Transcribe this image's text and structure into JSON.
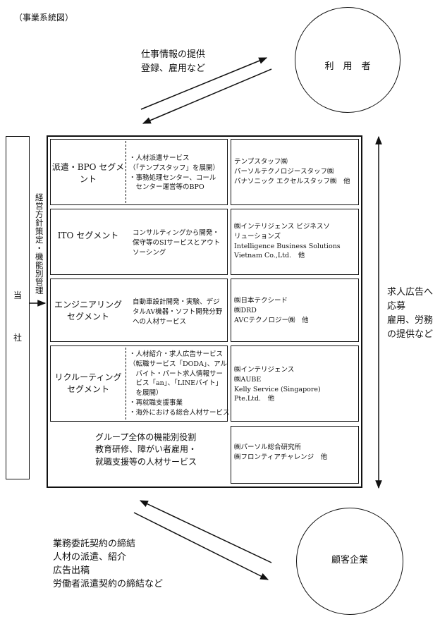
{
  "header_label": "（事業系統図）",
  "users_label": "利　用　者",
  "clients_label": "顧客企業",
  "company_label": [
    "当",
    "社"
  ],
  "top_flow_text": "仕事情報の提供\n登録、雇用など",
  "bottom_flow_text": "業務委託契約の締結\n人材の派遣、紹介\n広告出稿\n労働者派遣契約の締結など",
  "right_flow_text": "求人広告へ\n応募\n雇用、労務\nの提供など",
  "management_label": "経営方針策定・機能別管理",
  "segments": [
    {
      "name": "派遣・BPO\nセグメント",
      "desc": "・人材派遣サービス\n（「テンプスタッフ」を展開）\n・事務処理センター、コール\n　センター運営等のBPO",
      "companies": "テンプスタッフ㈱\nパーソルテクノロジースタッフ㈱\nパナソニック エクセルスタッフ㈱　他"
    },
    {
      "name": "ITO\nセグメント",
      "desc": "コンサルティングから開発・\n保守等のSIサービスとアウト\nソーシング",
      "companies": "㈱インテリジェンス ビジネスソ\nリューションズ\nIntelligence Business Solutions\nVietnam Co.,Ltd.　他"
    },
    {
      "name": "エンジニアリング\nセグメント",
      "desc": "自動車設計開発・実験、デジ\nタルAV機器・ソフト開発分野\nへの人材サービス",
      "companies": "㈱日本テクシード\n㈱DRD\nAVCテクノロジー㈱　他"
    },
    {
      "name": "リクルーティング\nセグメント",
      "desc": "・人材紹介・求人広告サービス\n（転職サービス「DODA」、アル\n　バイト・パート求人情報サー\n　ビス「an」、「LINEバイト」\n　を展開）\n・再就職支援事業\n・海外における総合人材サービス",
      "companies": "㈱インテリジェンス\n㈱AUBE\nKelly Service (Singapore)\nPte.Ltd.　他"
    }
  ],
  "group_function_text": "グループ全体の機能別役割\n教育研修、障がい者雇用・\n就職支援等の人材サービス",
  "group_function_companies": "㈱パーソル総合研究所\n㈱フロンティアチャレンジ　他"
}
